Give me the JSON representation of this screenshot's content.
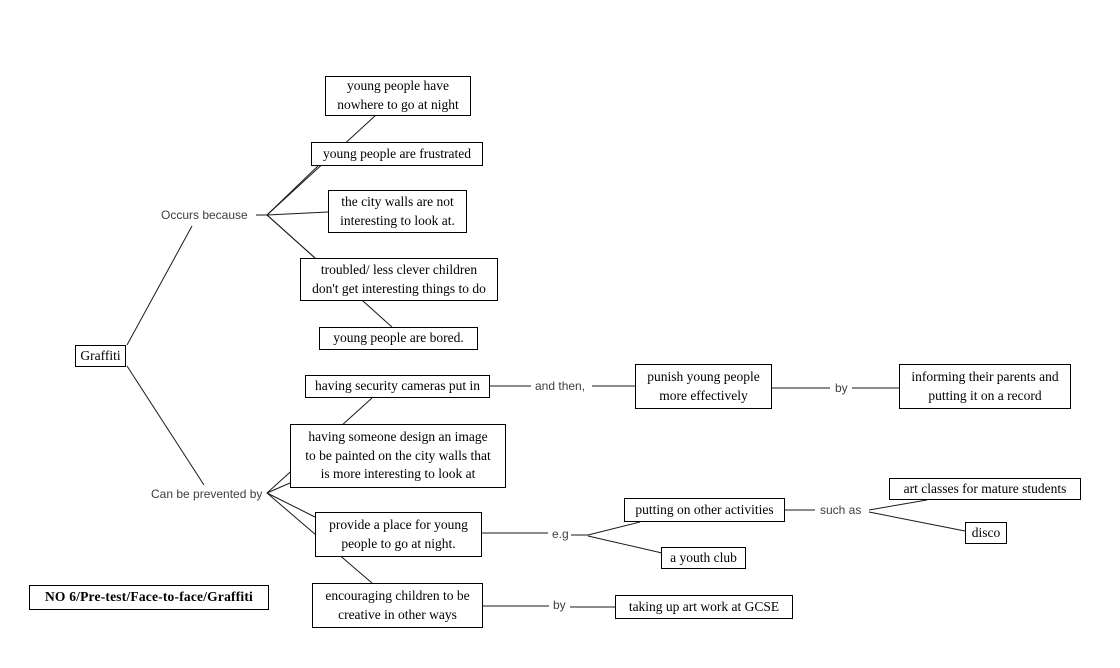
{
  "map": {
    "root": "Graffiti",
    "links": {
      "occurs_because": "Occurs because",
      "can_be_prevented_by": "Can be prevented by",
      "and_then": "and then,",
      "by_record": "by",
      "eg": "e.g",
      "such_as": "such as",
      "by_gcse": "by"
    },
    "causes": {
      "nowhere": "young people have\nnowhere to go at night",
      "frustrated": "young people are frustrated",
      "city_walls": "the city walls are not\ninteresting to look at.",
      "troubled": "troubled/ less clever children\ndon't get interesting things to do",
      "bored": "young people are bored."
    },
    "preventions": {
      "cameras": "having security cameras put in",
      "design_image": "having someone design an image\nto be painted on the city walls that\nis more interesting to look at",
      "provide_place": "provide a place for young\npeople to go at night.",
      "creative": "encouraging children to be\ncreative in other ways"
    },
    "outcomes": {
      "punish": "punish young people\nmore effectively",
      "informing": "informing their parents and\nputting it on a record",
      "other_activities": "putting on other activities",
      "art_classes": "art classes for mature students",
      "disco": "disco",
      "youth_club": "a youth club",
      "art_gcse": "taking up art work at GCSE"
    },
    "footer": "NO 6/Pre-test/Face-to-face/Graffiti"
  }
}
